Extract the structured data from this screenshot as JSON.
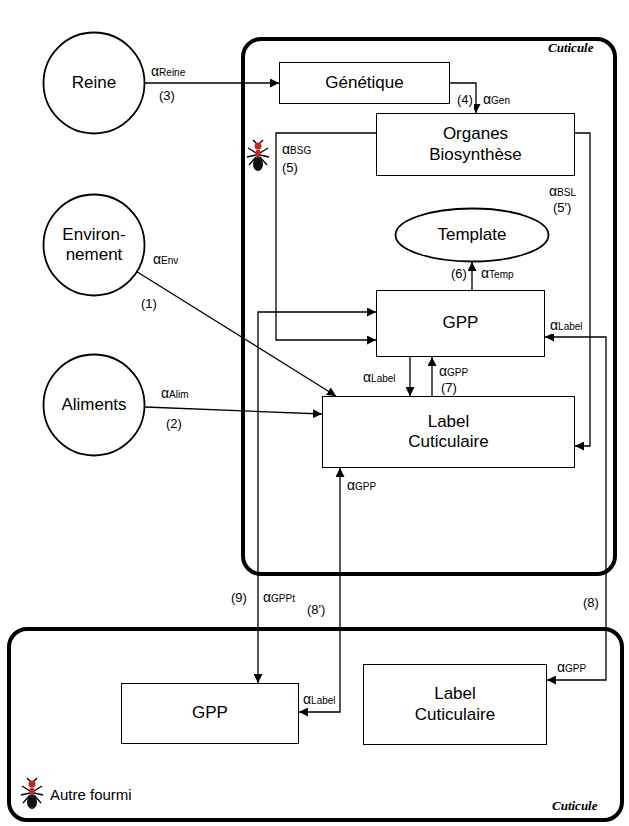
{
  "diagram": {
    "nodes": [
      {
        "text": [
          "Reine"
        ]
      },
      {
        "text": [
          "Cuticule"
        ]
      },
      {
        "text": [
          "Génétique"
        ],
        "in": 1
      },
      {
        "text": [
          "Organes Biosynthèse"
        ],
        "in": 1
      },
      {
        "text": [
          "Template"
        ],
        "in": 1
      },
      {
        "text": [
          "GPP"
        ],
        "in": 1
      },
      {
        "text": [
          "Label Cuticulaire"
        ],
        "in": 1
      },
      {
        "text": [
          "Environ- nement"
        ]
      },
      {
        "text": [
          "Aliments"
        ]
      },
      {
        "text": [
          "Autre fourmi",
          "Cuticule"
        ]
      },
      {
        "text": [
          "GPP"
        ],
        "in": 9
      },
      {
        "text": [
          "Label Cuticulaire"
        ],
        "in": 9
      }
    ],
    "edges": [
      {
        "from": 0,
        "to": 2,
        "arrow": "to",
        "label": "αReine"
      },
      {
        "from": 2,
        "to": 3,
        "arrow": "to",
        "label": "αGen"
      },
      {
        "from": 3,
        "to": 5,
        "arrow": "to",
        "label": "αBSG"
      },
      {
        "from": 3,
        "to": 6,
        "arrow": "to",
        "label": "αBSL"
      },
      {
        "from": 5,
        "to": 4,
        "arrow": "to",
        "label": "αTemp"
      },
      {
        "from": 7,
        "to": 6,
        "arrow": "to",
        "label": "αEnv"
      },
      {
        "from": 8,
        "to": 6,
        "arrow": "to",
        "label": "αAlim"
      },
      {
        "from": 5,
        "to": 6,
        "arrow": "to",
        "label": "αLabel"
      },
      {
        "from": 6,
        "to": 5,
        "arrow": "to",
        "label": "αGPP"
      },
      {
        "from": 5,
        "to": 11,
        "arrow": "both",
        "label": "αGPP"
      },
      {
        "from": 5,
        "to": 10,
        "arrow": "both",
        "label": "αGPPt"
      },
      {
        "from": 6,
        "to": 10,
        "arrow": "both",
        "label": "αGPP"
      }
    ],
    "labels": [
      "(3)",
      "(4)",
      "(5)",
      "(5')",
      "(6)",
      "(1)",
      "(2)",
      "(7)",
      "αLabel",
      "(8)",
      "(9)",
      "(8')",
      "αLabel"
    ]
  }
}
